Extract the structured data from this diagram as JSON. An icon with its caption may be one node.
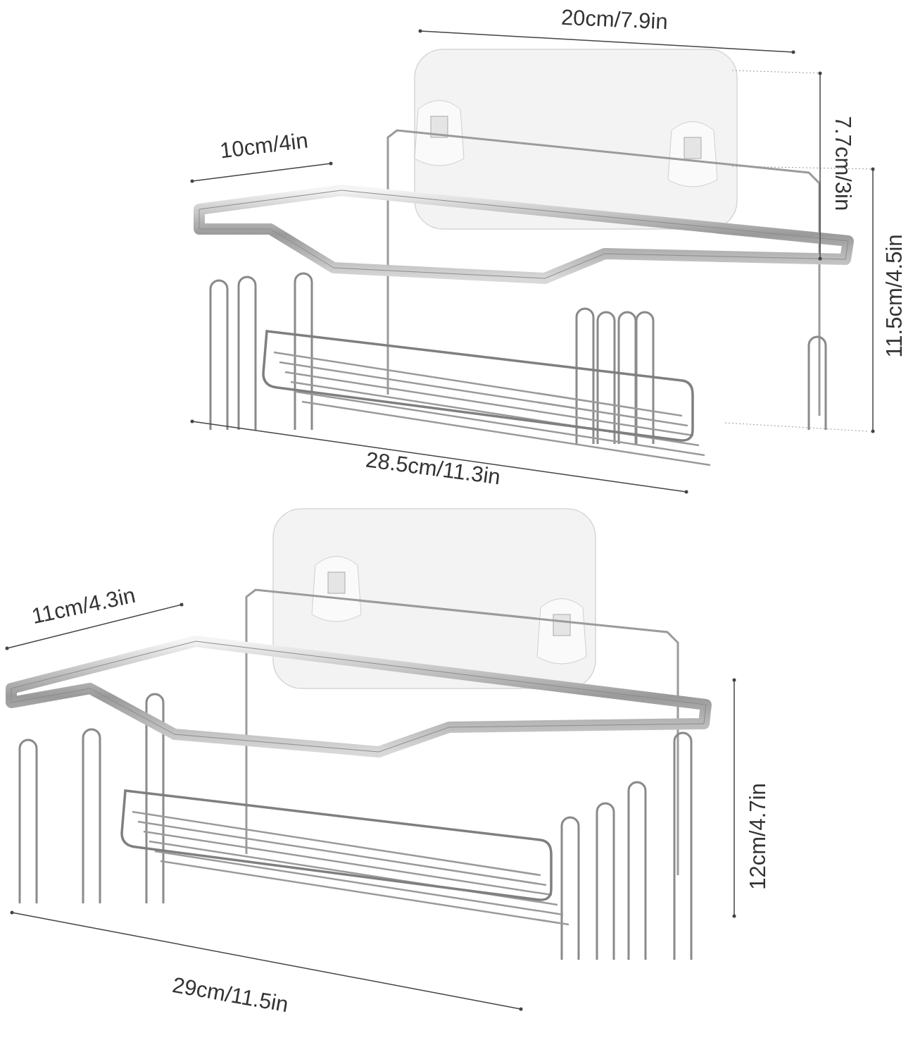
{
  "diagram": {
    "labels": [
      "20cm/7.9in",
      "10cm/4in",
      "7.7cm/3in",
      "11.5cm/4.5in",
      "28.5cm/11.3in",
      "11cm/4.3in",
      "12cm/4.7in",
      "29cm/11.5in"
    ]
  }
}
